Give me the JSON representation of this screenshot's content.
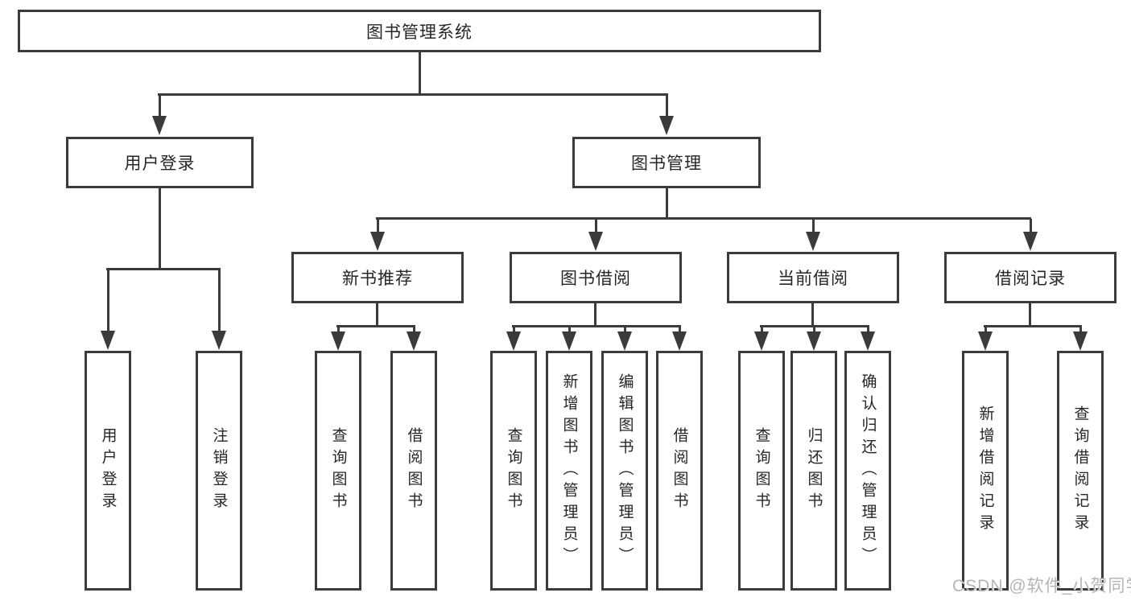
{
  "diagram": {
    "type": "hierarchy-tree",
    "title": "图书管理系统",
    "watermark": "CSDN @软件_小贺同学",
    "colors": {
      "line": "#3b3b3b",
      "text": "#262626",
      "background": "#ffffff",
      "watermark": "#b5b5b5"
    },
    "nodes": {
      "root": {
        "label": "图书管理系统"
      },
      "branches": [
        {
          "label": "用户登录",
          "parent": "图书管理系统"
        },
        {
          "label": "图书管理",
          "parent": "图书管理系统"
        }
      ],
      "modules": [
        {
          "label": "新书推荐",
          "parent": "图书管理"
        },
        {
          "label": "图书借阅",
          "parent": "图书管理"
        },
        {
          "label": "当前借阅",
          "parent": "图书管理"
        },
        {
          "label": "借阅记录",
          "parent": "图书管理"
        }
      ],
      "leaves": [
        {
          "label": "用户登录",
          "parent": "用户登录"
        },
        {
          "label": "注销登录",
          "parent": "用户登录"
        },
        {
          "label": "查询图书",
          "parent": "新书推荐"
        },
        {
          "label": "借阅图书",
          "parent": "新书推荐"
        },
        {
          "label": "查询图书",
          "parent": "图书借阅"
        },
        {
          "label": "新增图书（管理员）",
          "parent": "图书借阅"
        },
        {
          "label": "编辑图书（管理员）",
          "parent": "图书借阅"
        },
        {
          "label": "借阅图书",
          "parent": "图书借阅"
        },
        {
          "label": "查询图书",
          "parent": "当前借阅"
        },
        {
          "label": "归还图书",
          "parent": "当前借阅"
        },
        {
          "label": "确认归还（管理员）",
          "parent": "当前借阅"
        },
        {
          "label": "新增借阅记录",
          "parent": "借阅记录"
        },
        {
          "label": "查询借阅记录",
          "parent": "借阅记录"
        }
      ]
    }
  }
}
